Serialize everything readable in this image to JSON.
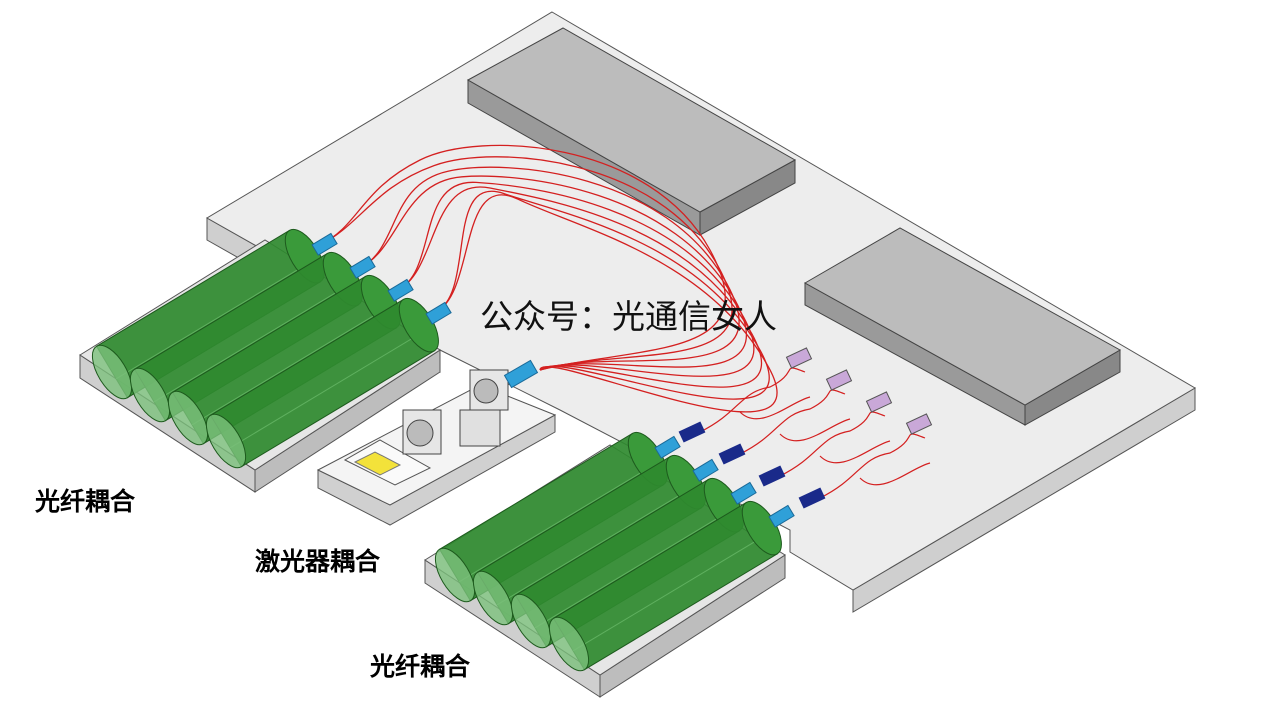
{
  "labels": {
    "fiber_coupling_left": "光纤耦合",
    "laser_coupling": "激光器耦合",
    "fiber_coupling_bottom": "光纤耦合"
  },
  "watermark": "公众号：光通信女人",
  "colors": {
    "platform": "#ececec",
    "block": "#b5b5b5",
    "fiber": "#2f8a2f",
    "waveguide": "#d42020",
    "connector": "#2fa0d8",
    "modulator": "#1a2a8a",
    "pad": "#c9a8d8"
  }
}
